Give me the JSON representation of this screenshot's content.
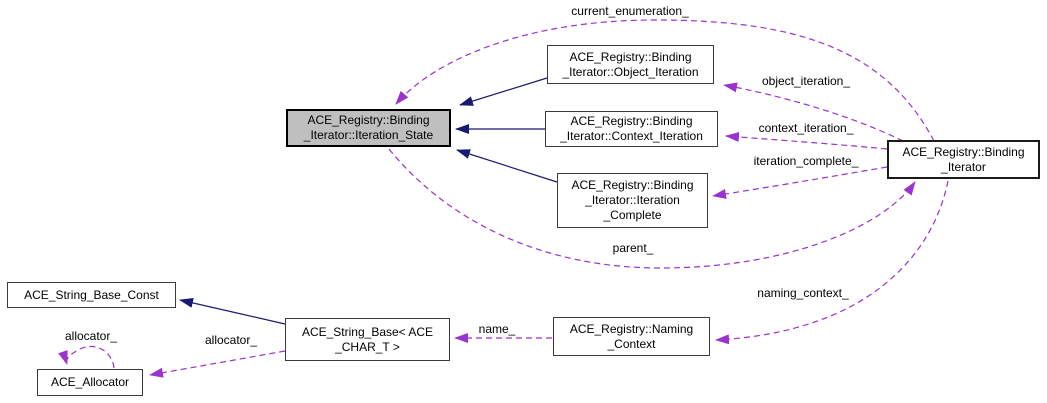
{
  "colors": {
    "inheritance_edge": "#191970",
    "usage_edge": "#9a32cd",
    "highlight_fill": "#bfbfbf",
    "node_fill": "#ffffff",
    "node_border": "#3a3a3a",
    "background": "#ffffff"
  },
  "nodes": {
    "iteration_state": {
      "label": "ACE_Registry::Binding\n_Iterator::Iteration_State"
    },
    "object_iteration": {
      "label": "ACE_Registry::Binding\n_Iterator::Object_Iteration"
    },
    "context_iteration": {
      "label": "ACE_Registry::Binding\n_Iterator::Context_Iteration"
    },
    "iteration_complete": {
      "label": "ACE_Registry::Binding\n_Iterator::Iteration\n_Complete"
    },
    "binding_iterator": {
      "label": "ACE_Registry::Binding\n_Iterator"
    },
    "string_base_const": {
      "label": "ACE_String_Base_Const"
    },
    "string_base": {
      "label": "ACE_String_Base< ACE\n_CHAR_T >"
    },
    "ace_allocator": {
      "label": "ACE_Allocator"
    },
    "naming_context": {
      "label": "ACE_Registry::Naming\n_Context"
    }
  },
  "edge_labels": {
    "current_enumeration": "current_enumeration_",
    "object_iteration": "object_iteration_",
    "context_iteration": "context_iteration_",
    "iteration_complete": "iteration_complete_",
    "parent": "parent_",
    "naming_context": "naming_context_",
    "name": "name_",
    "allocator_member": "allocator_",
    "allocator_self": "allocator_"
  }
}
